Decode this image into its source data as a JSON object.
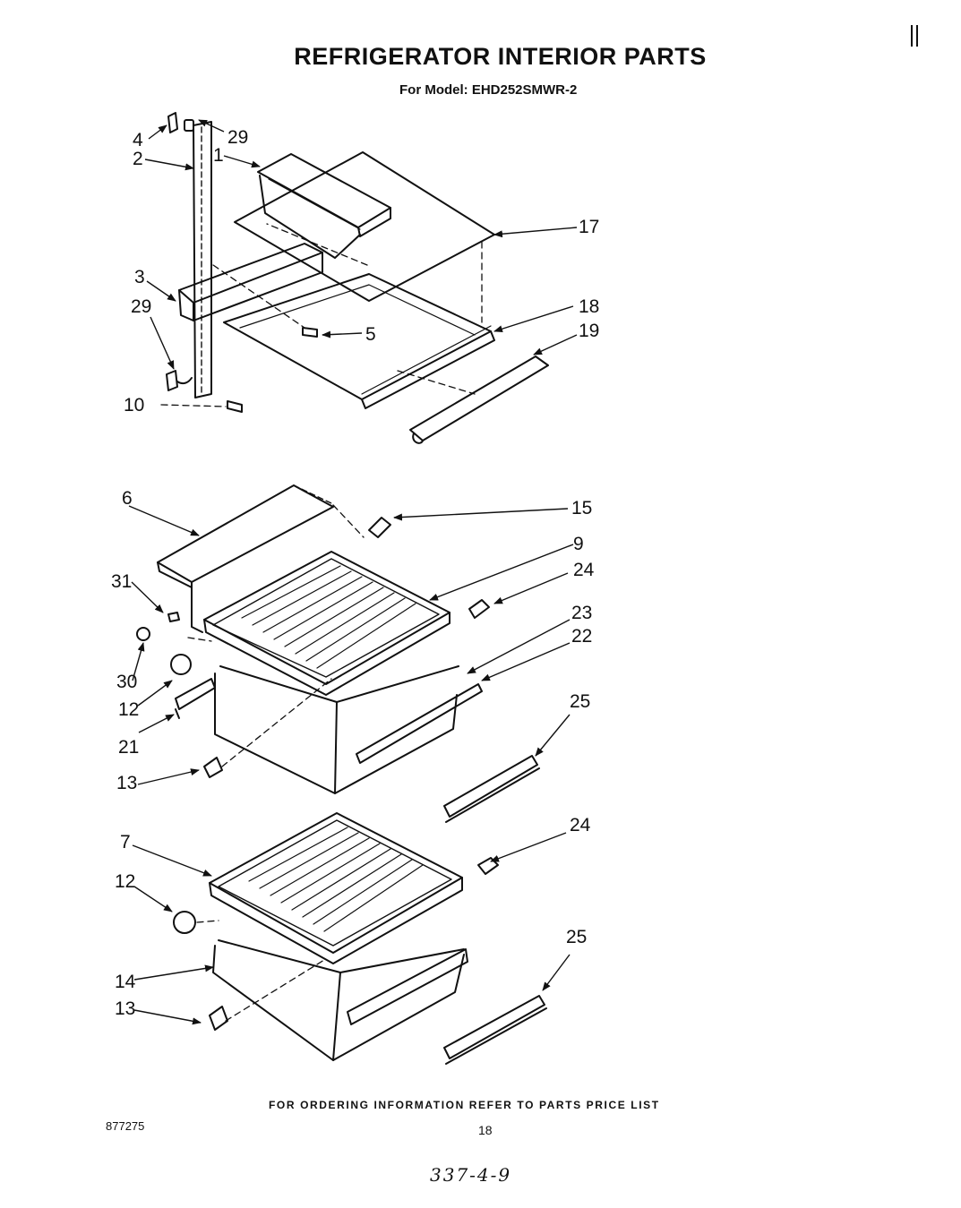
{
  "header": {
    "title": "REFRIGERATOR INTERIOR PARTS",
    "model_line": "For Model: EHD252SMWR-2"
  },
  "callouts": {
    "c4": "4",
    "c2": "2",
    "c29_top": "29",
    "c1": "1",
    "c17": "17",
    "c3": "3",
    "c29_mid": "29",
    "c18": "18",
    "c19": "19",
    "c5": "5",
    "c10": "10",
    "c6": "6",
    "c15": "15",
    "c9": "9",
    "c24_a": "24",
    "c31": "31",
    "c23": "23",
    "c22": "22",
    "c30": "30",
    "c12_a": "12",
    "c21": "21",
    "c13_a": "13",
    "c25_a": "25",
    "c7": "7",
    "c24_b": "24",
    "c12_b": "12",
    "c25_b": "25",
    "c14": "14",
    "c13_b": "13"
  },
  "footer": {
    "ordering_note": "FOR ORDERING INFORMATION REFER TO PARTS PRICE LIST",
    "doc_number": "877275",
    "page_number": "18",
    "handwritten_note": "337-4-9"
  }
}
